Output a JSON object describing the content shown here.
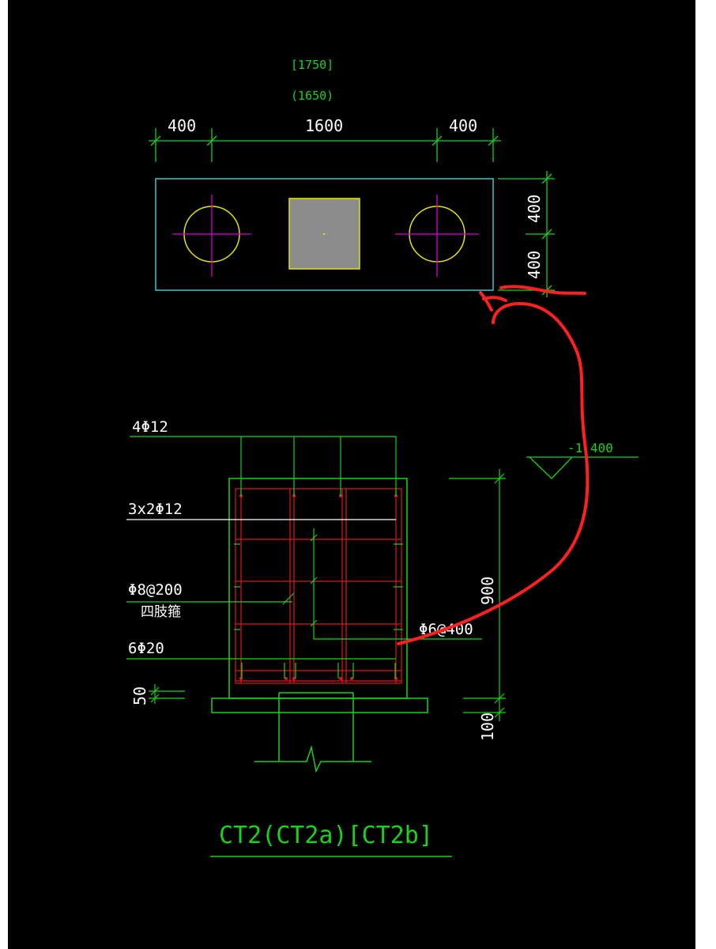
{
  "plan": {
    "dim_top_1": "[1750]",
    "dim_top_2": "(1650)",
    "dim_left": "400",
    "dim_mid": "1600",
    "dim_right": "400",
    "dim_side_upper": "400",
    "dim_side_lower": "400"
  },
  "section": {
    "label_top_bars": "4Φ12",
    "label_side_bars": "3x2Φ12",
    "label_stirrup": "Φ8@200",
    "label_stirrup_note": "四肢箍",
    "label_bottom_bars": "6Φ20",
    "label_tie": "Φ6@400",
    "dim_cover": "50",
    "dim_height": "900",
    "dim_base": "100",
    "elevation": "-1.400"
  },
  "title": "CT2(CT2a)[CT2b]",
  "colors": {
    "background": "#000000",
    "dimension": "#19d219",
    "outline": "#3fc6c6",
    "pile": "#e6e600",
    "center": "#d200d2",
    "rebar": "#e01818",
    "annotation": "#ff2020"
  }
}
